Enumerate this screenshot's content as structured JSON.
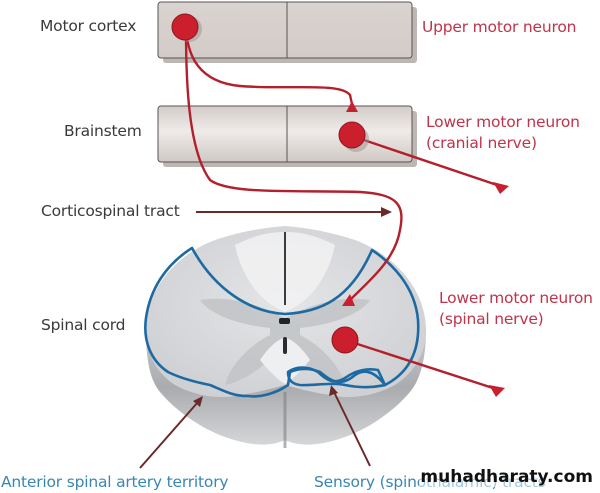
{
  "labels": {
    "motor_cortex": "Motor cortex",
    "brainstem": "Brainstem",
    "corticospinal_tract": "Corticospinal tract",
    "spinal_cord": "Spinal cord",
    "upper_motor_neuron": "Upper motor neuron",
    "lower_motor_neuron_cranial_line1": "Lower motor neuron",
    "lower_motor_neuron_cranial_line2": "(cranial nerve)",
    "lower_motor_neuron_spinal_line1": "Lower motor neuron",
    "lower_motor_neuron_spinal_line2": "(spinal nerve)",
    "anterior_spinal_artery_territory": "Anterior spinal artery territory",
    "sensory_tracts": "Sensory (spinothalamic) tracts"
  },
  "watermark": "muhadharaty.com",
  "colors": {
    "neuron_red": "#c8202f",
    "label_red": "#c0334a",
    "label_blue": "#3a86b4",
    "outline_blue": "#1f6aa0",
    "pointer_brown": "#6b2a2a",
    "box_fill": "#dcd6d2",
    "text_dark": "#3a3a3a"
  }
}
